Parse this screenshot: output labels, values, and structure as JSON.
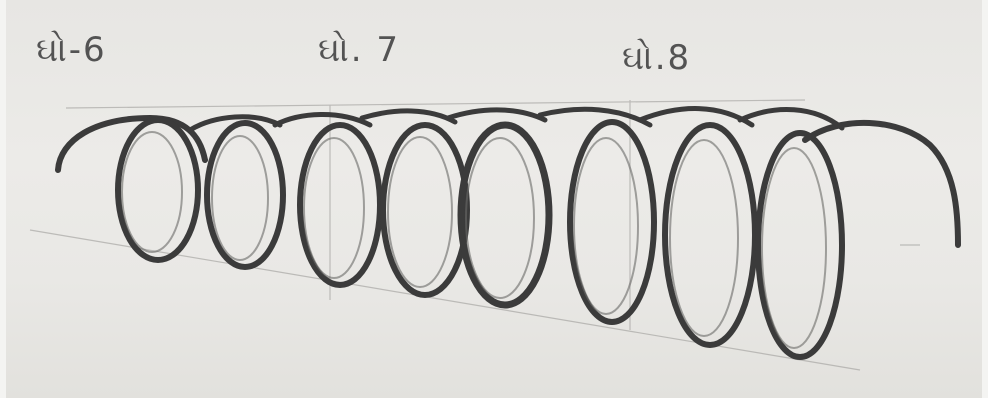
{
  "labels": {
    "first": "ઘો-6",
    "second": "ઘો. 7",
    "third": "ઘો.8"
  },
  "colors": {
    "paper": "#e9e8e5",
    "pencil_dark": "#3b3b3b",
    "pencil_light": "#9a9a98"
  }
}
